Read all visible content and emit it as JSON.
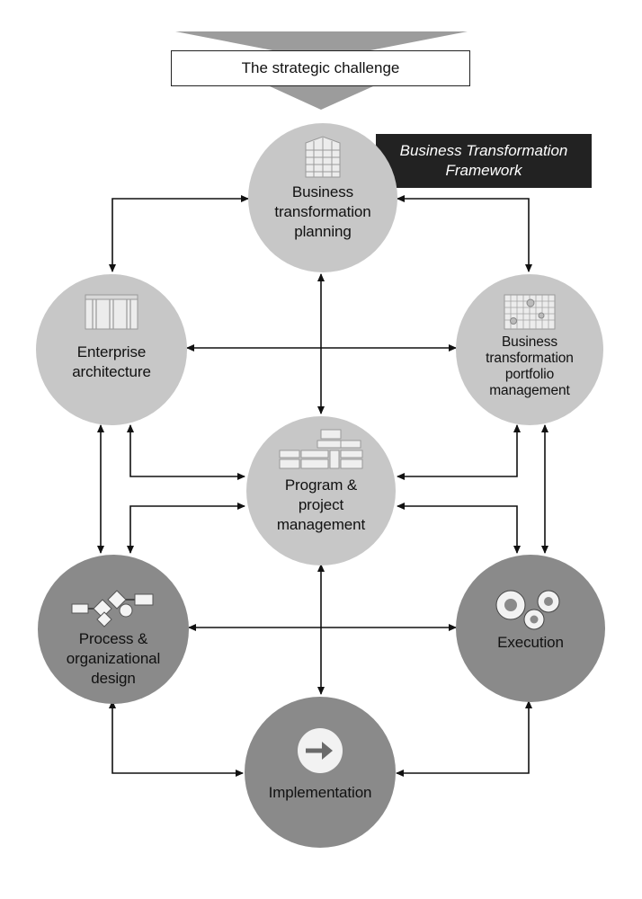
{
  "header": {
    "challenge_label": "The strategic challenge",
    "framework_line1": "Business Transformation",
    "framework_line2": "Framework"
  },
  "nodes": {
    "planning": {
      "label": "Business\ntransformation\nplanning",
      "icon": "building-grid-icon"
    },
    "enterprise": {
      "label": "Enterprise\narchitecture",
      "icon": "columns-icon"
    },
    "portfolio": {
      "label": "Business\ntransformation\nportfolio\nmanagement",
      "icon": "portfolio-grid-icon"
    },
    "program": {
      "label": "Program &\nproject\nmanagement",
      "icon": "gantt-chart-icon"
    },
    "process": {
      "label": "Process &\norganizational\ndesign",
      "icon": "process-flow-icon"
    },
    "execution": {
      "label": "Execution",
      "icon": "gears-icon"
    },
    "implementation": {
      "label": "Implementation",
      "icon": "arrow-right-circle-icon"
    }
  },
  "colors": {
    "light_node": "#c7c7c7",
    "dark_node": "#8a8a8a",
    "arrow": "#111111",
    "banner": "#222222"
  }
}
